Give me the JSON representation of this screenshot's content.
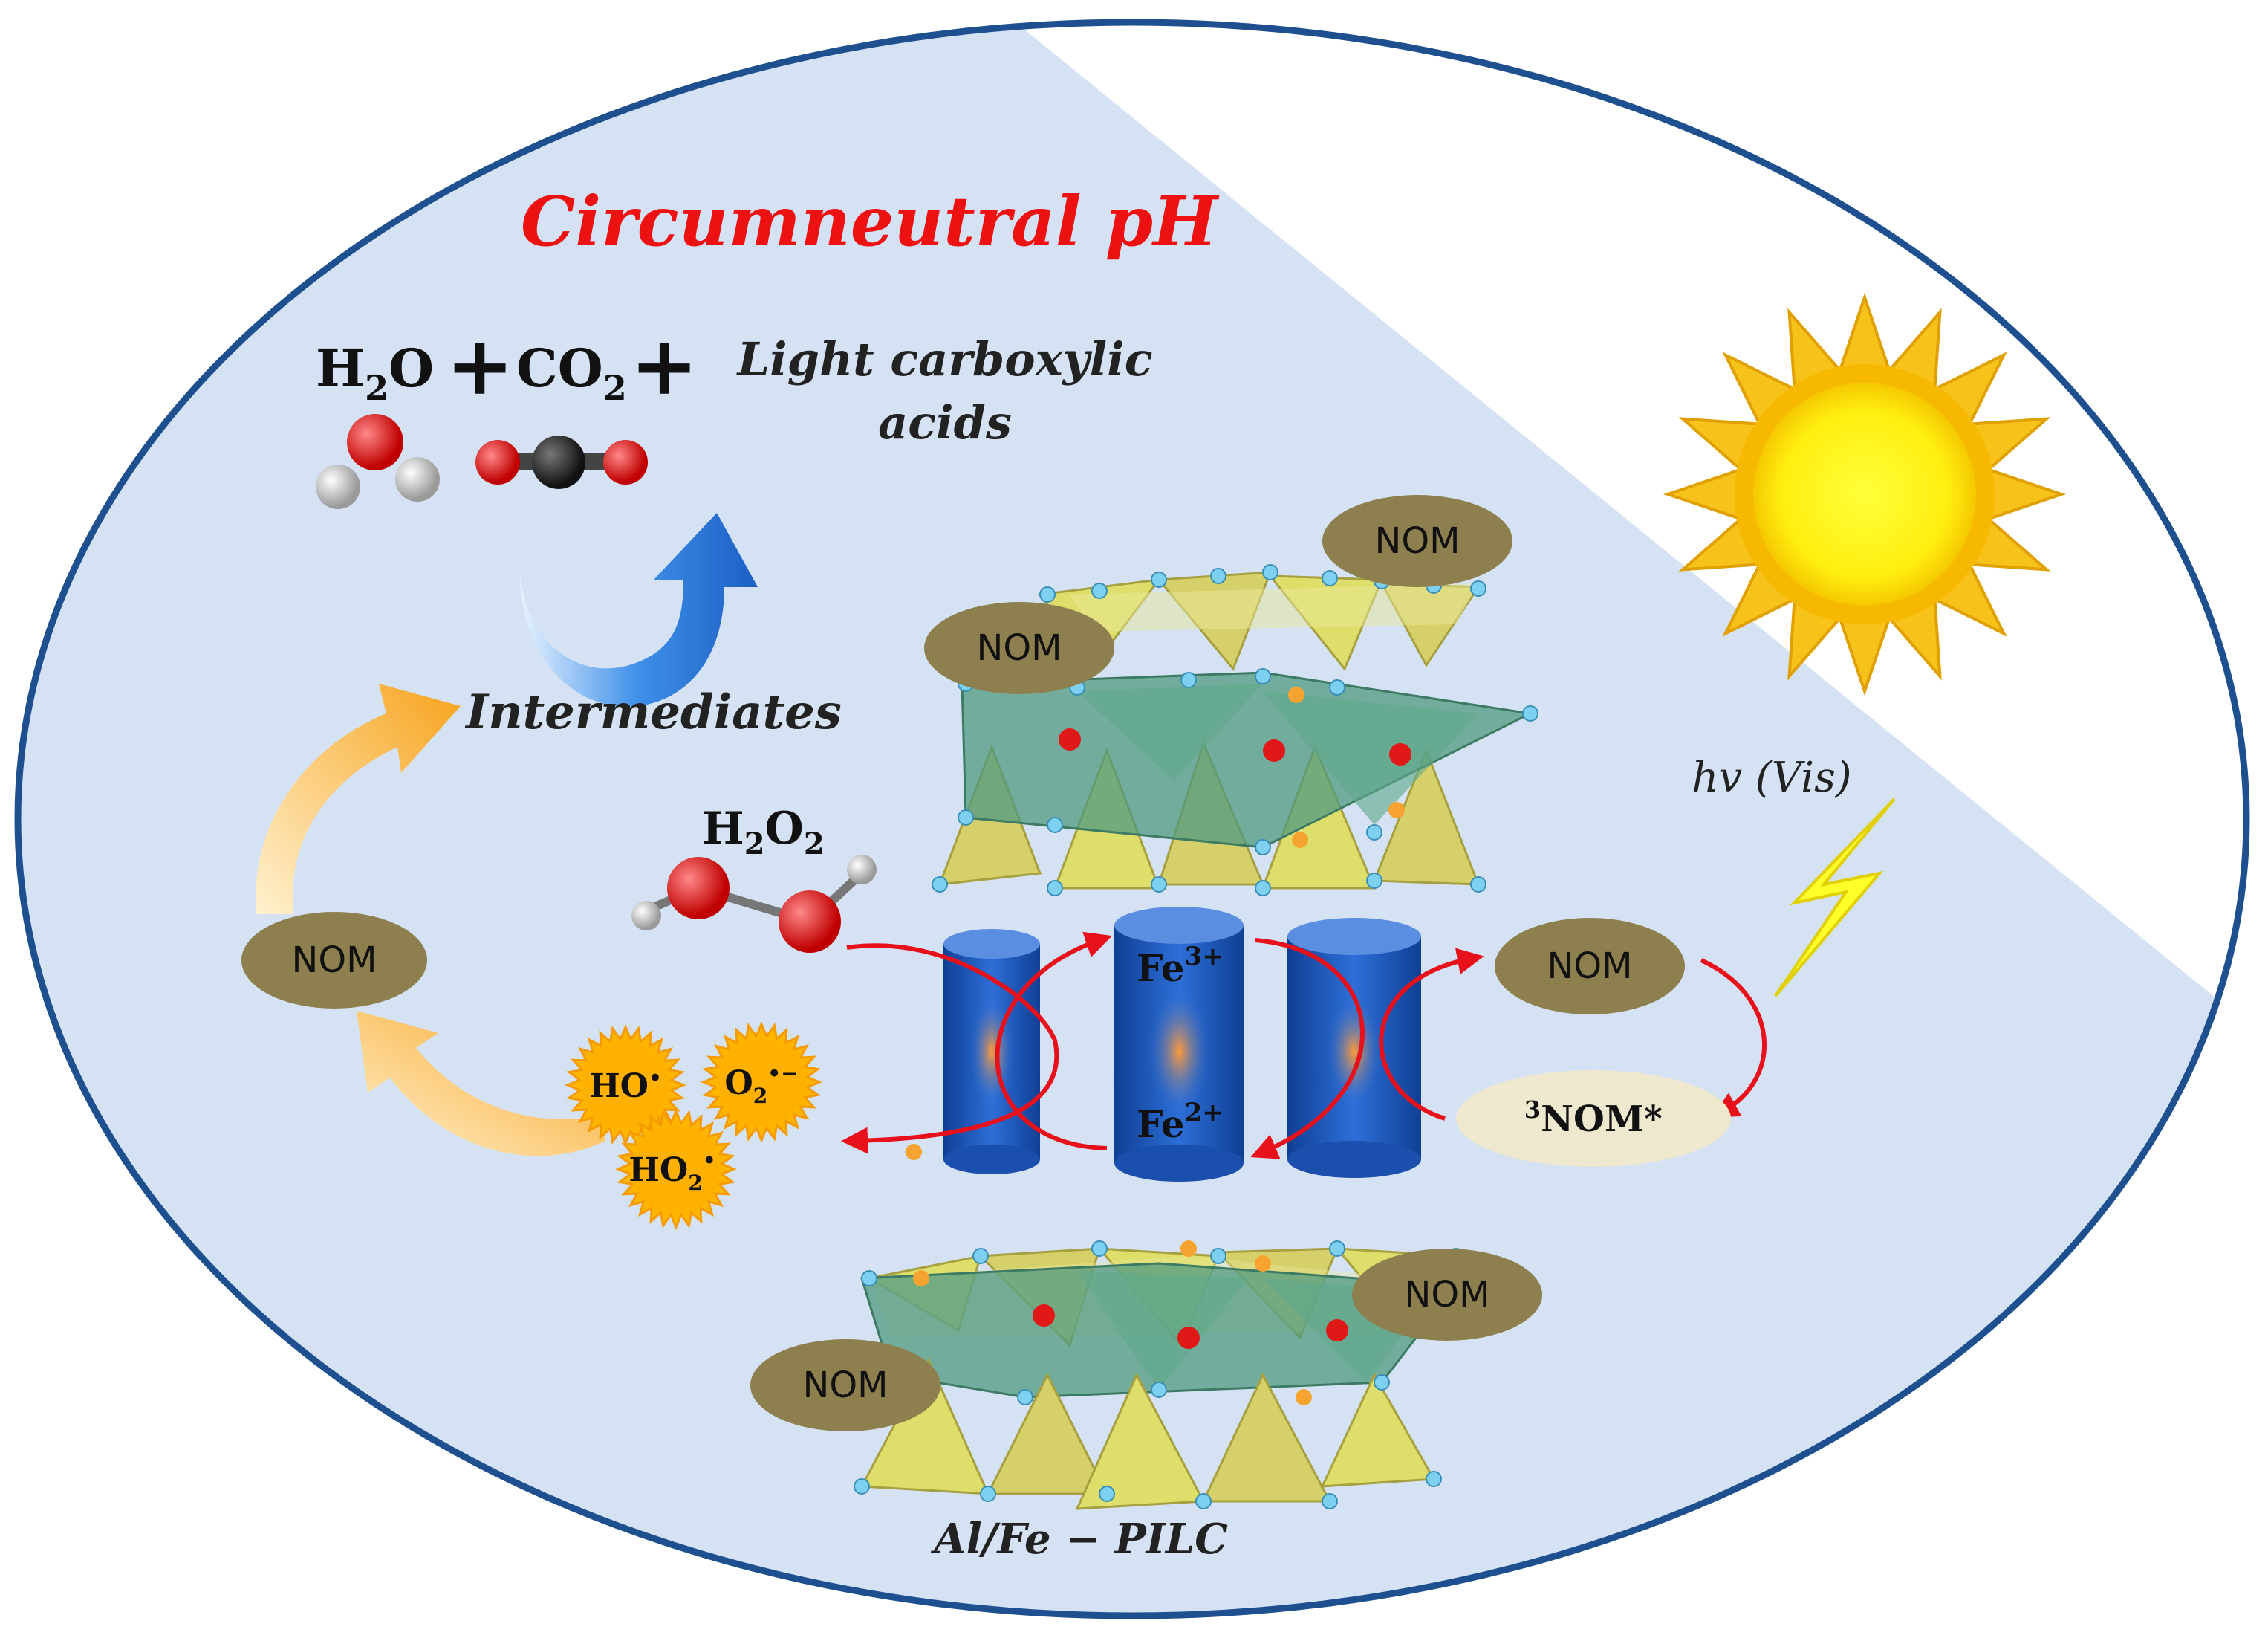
{
  "title": "Circumneutral pH",
  "products": {
    "water": "H2O",
    "co2": "CO2",
    "plus": "+",
    "acids_line1": "Light carboxylic",
    "acids_line2": "acids"
  },
  "intermediates": "Intermediates",
  "h2o2": "H2O2",
  "fe3": "Fe3+",
  "fe2": "Fe2+",
  "nom": "NOM",
  "excited_nom": "3NOM*",
  "light": "hv (Vis)",
  "catalyst_label": "Al/Fe − PILC",
  "radicals": {
    "ho": "HO•",
    "o2": "O2•−",
    "ho2": "HO2•"
  },
  "colors": {
    "title": "#ee1111",
    "ellipse_border": "#1e4f8f",
    "background": "#d5e2f4",
    "nom": "#8e7f4f",
    "fe_cylinder": "#1f5fc4",
    "radical": "#ffb400",
    "arrow_red": "#e8101a",
    "arrow_orange": "#f7a31c",
    "arrow_blue": "#2d7fd8",
    "sun": "#ffd21a",
    "tetrahedron": "#dede6a",
    "octahedron": "#5fa88a"
  }
}
